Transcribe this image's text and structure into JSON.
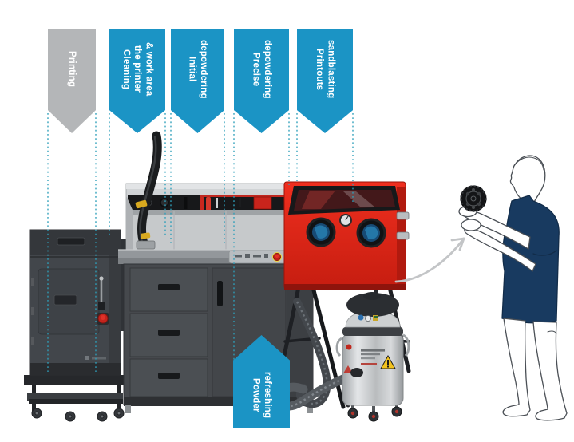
{
  "steps": [
    {
      "label": "Printing",
      "color": "#b4b6b8",
      "direction": "down"
    },
    {
      "label": "Cleaning\nthe printer\n& work area",
      "color": "#1b94c5",
      "direction": "down"
    },
    {
      "label": "Initial\ndepowdering",
      "color": "#1b94c5",
      "direction": "down"
    },
    {
      "label": "Precise\ndepowdering",
      "color": "#1b94c5",
      "direction": "down"
    },
    {
      "label": "Printouts\nsandblasting",
      "color": "#1b94c5",
      "direction": "down"
    },
    {
      "label": "Powder\nrefreshing",
      "color": "#1b94c5",
      "direction": "up"
    }
  ],
  "colors": {
    "step_blue": "#1b94c5",
    "step_gray": "#b4b6b8",
    "guide_teal": "#2e9fba",
    "cabinet_red": "#e02317",
    "equipment_dark": "#42464b",
    "basin_silver": "#c6c9cb",
    "steel": "#c8cbcd",
    "shirt_navy": "#183a60",
    "flow_gray": "#c3c5c7"
  },
  "equipment": [
    "powder-printer-cabinet",
    "depowdering-workstation",
    "sandblasting-cabinet",
    "industrial-vacuum-cleaner",
    "person-holding-printout",
    "printed-sphere",
    "result-flow-arrow"
  ]
}
